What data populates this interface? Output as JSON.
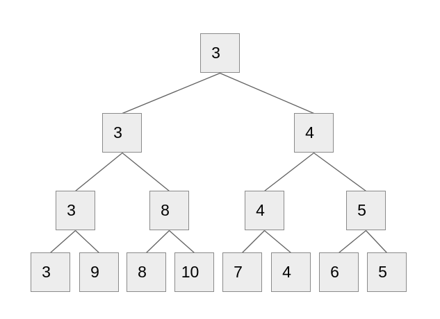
{
  "tree": {
    "type": "binary-tree",
    "nodes": [
      {
        "id": 0,
        "level": 1,
        "value": "3"
      },
      {
        "id": 1,
        "level": 2,
        "value": "3"
      },
      {
        "id": 2,
        "level": 2,
        "value": "4"
      },
      {
        "id": 3,
        "level": 3,
        "value": "3"
      },
      {
        "id": 4,
        "level": 3,
        "value": "8"
      },
      {
        "id": 5,
        "level": 3,
        "value": "4"
      },
      {
        "id": 6,
        "level": 3,
        "value": "5"
      },
      {
        "id": 7,
        "level": 4,
        "value": "3"
      },
      {
        "id": 8,
        "level": 4,
        "value": "9"
      },
      {
        "id": 9,
        "level": 4,
        "value": "8"
      },
      {
        "id": 10,
        "level": 4,
        "value": "10"
      },
      {
        "id": 11,
        "level": 4,
        "value": "7"
      },
      {
        "id": 12,
        "level": 4,
        "value": "4"
      },
      {
        "id": 13,
        "level": 4,
        "value": "6"
      },
      {
        "id": 14,
        "level": 4,
        "value": "5"
      }
    ],
    "edges": [
      [
        0,
        1
      ],
      [
        0,
        2
      ],
      [
        1,
        3
      ],
      [
        1,
        4
      ],
      [
        2,
        5
      ],
      [
        2,
        6
      ],
      [
        3,
        7
      ],
      [
        3,
        8
      ],
      [
        4,
        9
      ],
      [
        4,
        10
      ],
      [
        5,
        11
      ],
      [
        5,
        12
      ],
      [
        6,
        13
      ],
      [
        6,
        14
      ]
    ]
  },
  "colors": {
    "background": "#ffffff",
    "node_fill": "#ededed",
    "node_border": "#8a8a8a",
    "edge": "#616161",
    "text": "#000000"
  }
}
